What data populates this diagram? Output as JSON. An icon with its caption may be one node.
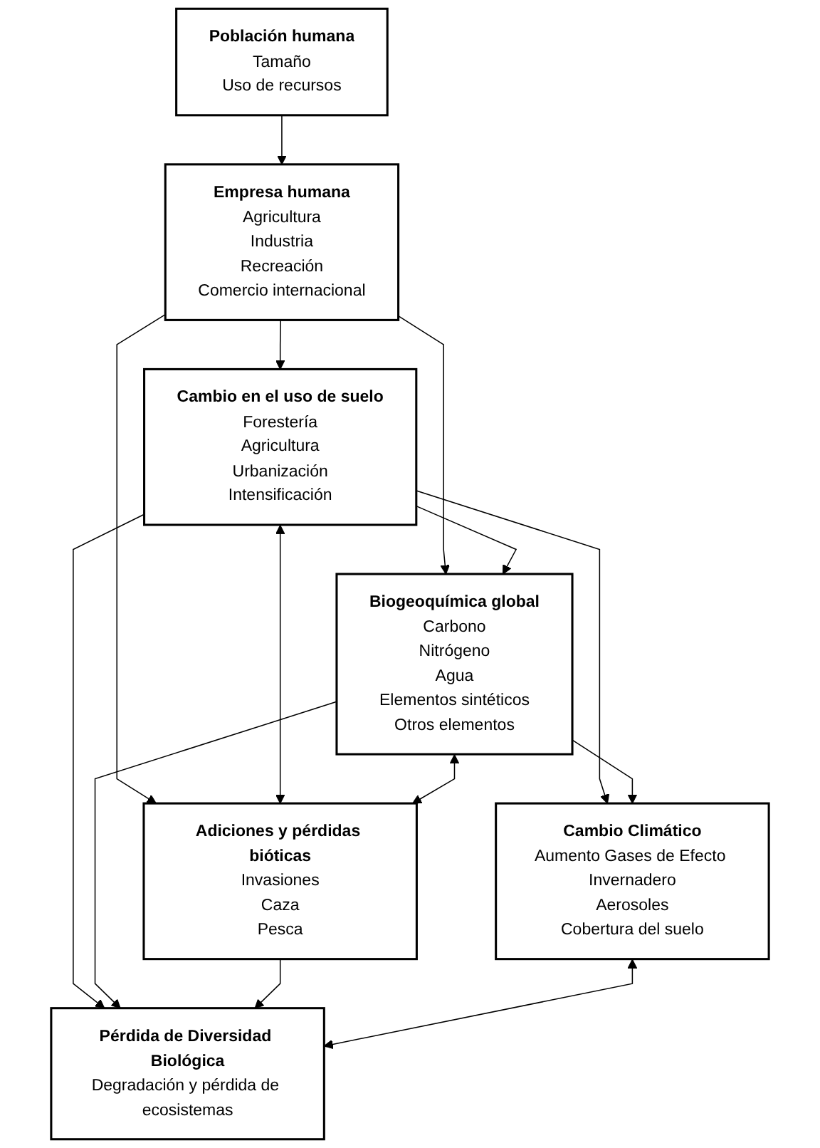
{
  "diagram": {
    "nodes": [
      {
        "text": [
          "Población humana",
          "Tamaño",
          "Uso de recursos"
        ]
      },
      {
        "text": [
          "Empresa humana",
          "Agricultura",
          "Industria",
          "Recreación",
          "Comercio internacional"
        ]
      },
      {
        "text": [
          "Cambio en el uso de suelo",
          "Forestería",
          "Agricultura",
          "Urbanización",
          "Intensificación"
        ]
      },
      {
        "text": [
          "Biogeoquímica global",
          "Carbono",
          "Nitrógeno",
          "Agua",
          "Elementos sintéticos",
          "Otros elementos"
        ]
      },
      {
        "text": [
          "Adiciones y pérdidas bióticas",
          "Invasiones",
          "Caza",
          "Pesca"
        ]
      },
      {
        "text": [
          "Cambio Climático",
          "Aumento Gases de Efecto Invernadero",
          "Aerosoles",
          "Cobertura del suelo"
        ]
      },
      {
        "text": [
          "Pérdida de Diversidad Biológica",
          "Degradación y pérdida de ecosistemas"
        ]
      }
    ],
    "edges": [
      {
        "from": 0,
        "to": 1,
        "arrow": "to"
      },
      {
        "from": 1,
        "to": 2,
        "arrow": "to"
      },
      {
        "from": 1,
        "to": 3,
        "arrow": "to"
      },
      {
        "from": 1,
        "to": 4,
        "arrow": "to"
      },
      {
        "from": 2,
        "to": 4,
        "arrow": "both"
      },
      {
        "from": 2,
        "to": 3,
        "arrow": "to"
      },
      {
        "from": 3,
        "to": 4,
        "arrow": "both"
      },
      {
        "from": 2,
        "to": 5,
        "arrow": "to"
      },
      {
        "from": 2,
        "to": 6,
        "arrow": "to"
      },
      {
        "from": 3,
        "to": 5,
        "arrow": "to"
      },
      {
        "from": 3,
        "to": 6,
        "arrow": "to"
      },
      {
        "from": 4,
        "to": 6,
        "arrow": "to"
      },
      {
        "from": 5,
        "to": 6,
        "arrow": "both"
      }
    ]
  }
}
